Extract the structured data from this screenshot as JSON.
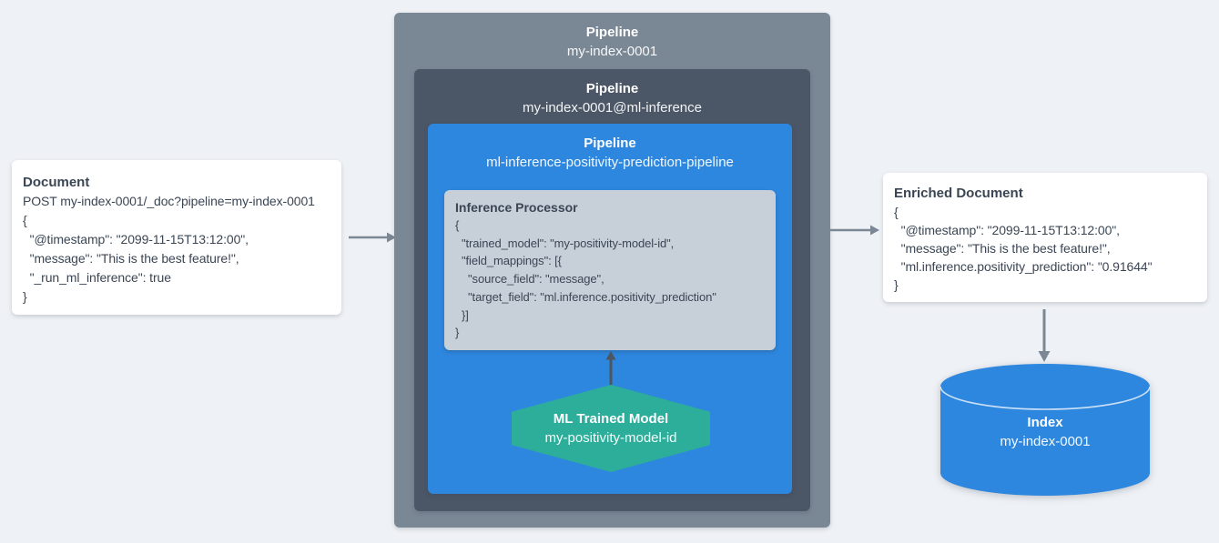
{
  "diagram": {
    "document": {
      "title": "Document",
      "code": [
        "POST my-index-0001/_doc?pipeline=my-index-0001",
        "{",
        "  \"@timestamp\": \"2099-11-15T13:12:00\",",
        "  \"message\": \"This is the best feature!\",",
        "  \"_run_ml_inference\": true",
        "}"
      ]
    },
    "outer_pipeline": {
      "label": "Pipeline",
      "name": "my-index-0001"
    },
    "ml_inference_pipeline": {
      "label": "Pipeline",
      "name": "my-index-0001@ml-inference"
    },
    "prediction_pipeline": {
      "label": "Pipeline",
      "name": "ml-inference-positivity-prediction-pipeline"
    },
    "inference_processor": {
      "title": "Inference Processor",
      "code": [
        "{",
        "  \"trained_model\": \"my-positivity-model-id\",",
        "  \"field_mappings\": [{",
        "    \"source_field\": \"message\",",
        "    \"target_field\": \"ml.inference.positivity_prediction\"",
        "  }]",
        "}"
      ]
    },
    "trained_model": {
      "label": "ML Trained Model",
      "name": "my-positivity-model-id"
    },
    "enriched_document": {
      "title": "Enriched Document",
      "code": [
        "{",
        "  \"@timestamp\": \"2099-11-15T13:12:00\",",
        "  \"message\": \"This is the best feature!\",",
        "  \"ml.inference.positivity_prediction\": \"0.91644\"",
        "}"
      ]
    },
    "index": {
      "label": "Index",
      "name": "my-index-0001"
    }
  },
  "colors": {
    "background": "#eef1f5",
    "outer_pipeline": "#7a8795",
    "ml_inference_pipeline": "#4b5666",
    "prediction_pipeline": "#2e87df",
    "inference_processor": "#c7cfd9",
    "trained_model": "#2cae9a",
    "index_cylinder": "#2e87df",
    "arrow_gray": "#7b8794",
    "arrow_dark": "#4d565f",
    "text_dark": "#3b4654"
  }
}
